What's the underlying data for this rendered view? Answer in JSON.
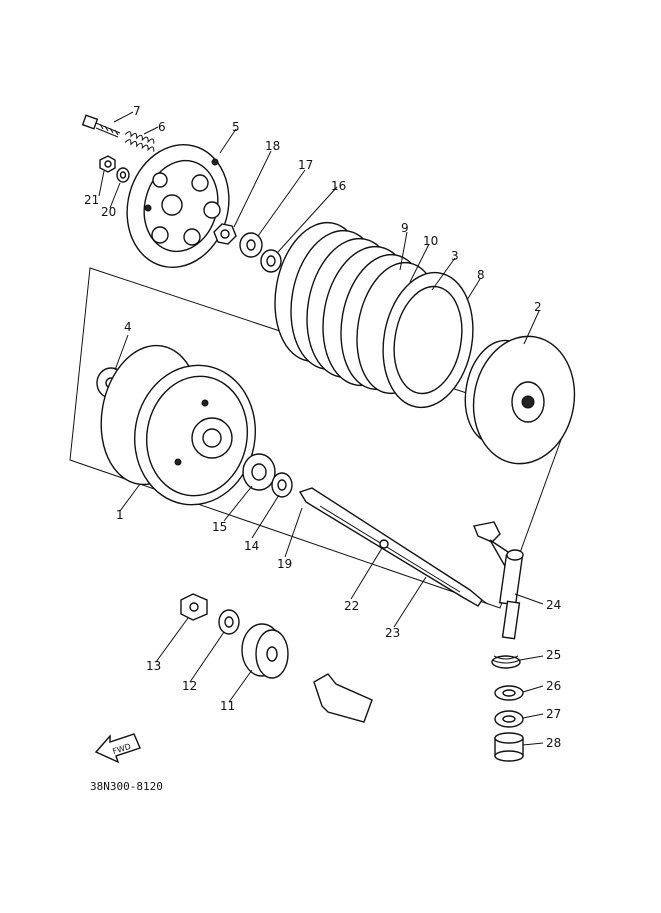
{
  "diagram": {
    "catalog_number": "38N300-8120",
    "direction_marker": "FWD",
    "parts": [
      {
        "id": "1",
        "label": "1"
      },
      {
        "id": "2",
        "label": "2"
      },
      {
        "id": "3",
        "label": "3"
      },
      {
        "id": "4",
        "label": "4"
      },
      {
        "id": "5",
        "label": "5"
      },
      {
        "id": "6",
        "label": "6"
      },
      {
        "id": "7",
        "label": "7"
      },
      {
        "id": "8",
        "label": "8"
      },
      {
        "id": "9",
        "label": "9"
      },
      {
        "id": "10",
        "label": "10"
      },
      {
        "id": "11",
        "label": "11"
      },
      {
        "id": "12",
        "label": "12"
      },
      {
        "id": "13",
        "label": "13"
      },
      {
        "id": "14",
        "label": "14"
      },
      {
        "id": "15",
        "label": "15"
      },
      {
        "id": "16",
        "label": "16"
      },
      {
        "id": "17",
        "label": "17"
      },
      {
        "id": "18",
        "label": "18"
      },
      {
        "id": "19",
        "label": "19"
      },
      {
        "id": "20",
        "label": "20"
      },
      {
        "id": "21",
        "label": "21"
      },
      {
        "id": "22",
        "label": "22"
      },
      {
        "id": "23",
        "label": "23"
      },
      {
        "id": "24",
        "label": "24"
      },
      {
        "id": "25",
        "label": "25"
      },
      {
        "id": "26",
        "label": "26"
      },
      {
        "id": "27",
        "label": "27"
      },
      {
        "id": "28",
        "label": "28"
      }
    ]
  }
}
